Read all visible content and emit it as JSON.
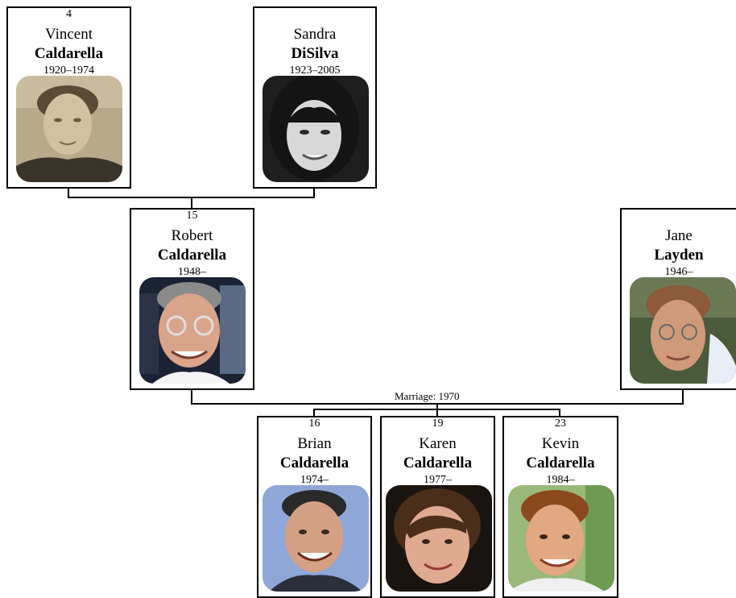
{
  "people": {
    "vincent": {
      "number": "4",
      "first": "Vincent",
      "last": "Caldarella",
      "years": "1920–1974"
    },
    "sandra": {
      "number": "",
      "first": "Sandra",
      "last": "DiSilva",
      "years": "1923–2005"
    },
    "robert": {
      "number": "15",
      "first": "Robert",
      "last": "Caldarella",
      "years": "1948–"
    },
    "jane": {
      "number": "",
      "first": "Jane",
      "last": "Layden",
      "years": "1946–"
    },
    "brian": {
      "number": "16",
      "first": "Brian",
      "last": "Caldarella",
      "years": "1974–"
    },
    "karen": {
      "number": "19",
      "first": "Karen",
      "last": "Caldarella",
      "years": "1977–"
    },
    "kevin": {
      "number": "23",
      "first": "Kevin",
      "last": "Caldarella",
      "years": "1984–"
    }
  },
  "marriage_label": "Marriage: 1970"
}
